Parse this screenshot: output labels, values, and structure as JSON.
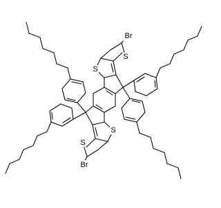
{
  "diagram": {
    "type": "chemical-structure",
    "background": "#ffffff",
    "bond_color": "#000000",
    "atom_labels": {
      "br_top": "Br",
      "br_bottom": "Br",
      "s_top_a": "S",
      "s_top_b": "S",
      "s_bottom_a": "S",
      "s_bottom_b": "S"
    }
  }
}
